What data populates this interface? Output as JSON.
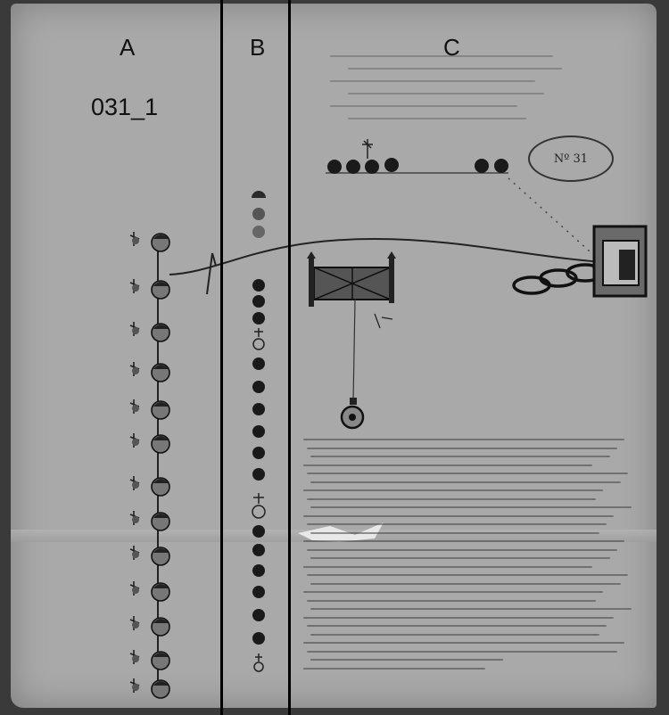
{
  "labels": {
    "col_a": "A",
    "col_b": "B",
    "col_c": "C",
    "document_id": "031_1"
  },
  "stamp": {
    "number": "Nº 31"
  },
  "colors": {
    "paper": "#a9a9a9",
    "ink": "#1a1a1a",
    "divider": "#000000"
  },
  "icons": [
    "head-icon",
    "glyph-icon",
    "dot-icon",
    "cross-circle-icon",
    "gate-icon",
    "chain-icon",
    "lock-icon",
    "pendant-icon"
  ]
}
